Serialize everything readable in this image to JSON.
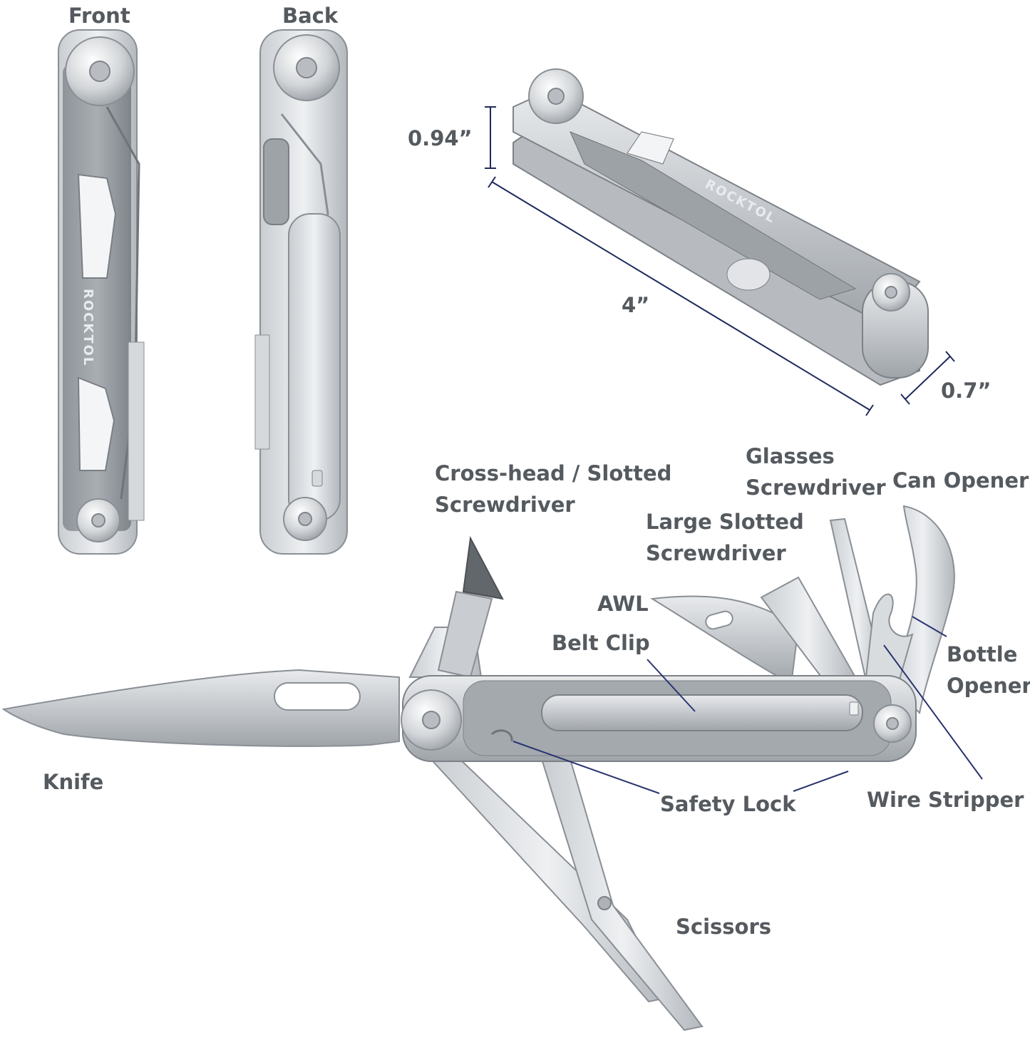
{
  "views": {
    "front": "Front",
    "back": "Back"
  },
  "brand": "ROCKTOL",
  "dimensions": {
    "height": "0.94”",
    "length": "4”",
    "width": "0.7”"
  },
  "tools": {
    "cross_head": "Cross-head / Slotted",
    "cross_head_2": "Screwdriver",
    "glasses": "Glasses",
    "glasses_2": "Screwdriver",
    "can_opener": "Can Opener",
    "large_slotted": "Large Slotted",
    "large_slotted_2": "Screwdriver",
    "awl": "AWL",
    "belt_clip": "Belt Clip",
    "bottle": "Bottle",
    "bottle_2": "Opener",
    "knife": "Knife",
    "safety_lock": "Safety Lock",
    "wire_stripper": "Wire Stripper",
    "scissors": "Scissors"
  },
  "colors": {
    "label_text": "#555a5f",
    "dimension_line": "#1f2a5c",
    "leader_line": "#2a3470",
    "steel_light": "#dfe2e5",
    "steel_mid": "#b8bcc1",
    "steel_dark": "#8d9298"
  }
}
